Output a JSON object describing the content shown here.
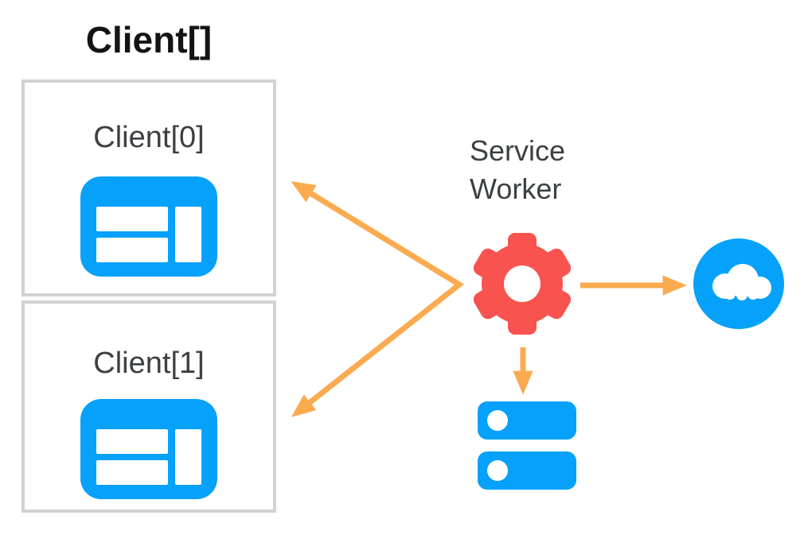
{
  "diagram": {
    "title": "Client[]",
    "clients": [
      {
        "label": "Client[0]",
        "icon": "browser-window-icon"
      },
      {
        "label": "Client[1]",
        "icon": "browser-window-icon"
      }
    ],
    "service_worker": {
      "label": "Service Worker",
      "icon": "gear-icon"
    },
    "network": {
      "icon": "cloud-icon"
    },
    "cache_storage": {
      "icon": "database-icon"
    },
    "connections": [
      {
        "from": "service-worker",
        "to": "client[0] and client[1]",
        "style": "two arrows from one vertex pointing at both clients"
      },
      {
        "from": "service-worker",
        "to": "cloud",
        "style": "arrow pointing right"
      },
      {
        "from": "service-worker",
        "to": "database",
        "style": "arrow pointing down"
      }
    ],
    "colors": {
      "blue": "#06A1FA",
      "red": "#F8534F",
      "orange": "#FAAB50",
      "box-border": "#D2D2D2",
      "label-text": "#3C4043",
      "title-text": "#141414"
    }
  }
}
